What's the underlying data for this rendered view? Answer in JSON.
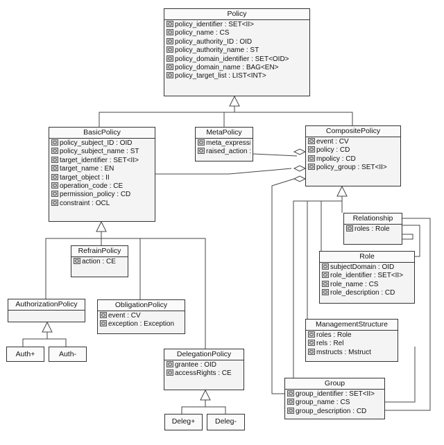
{
  "classes": {
    "policy": {
      "name": "Policy",
      "attrs": [
        "policy_identifier : SET<II>",
        "policy_name : CS",
        "policy_authority_ID : OID",
        "policy_authority_name : ST",
        "policy_domain_identifier : SET<OID>",
        "policy_domain_name : BAG<EN>",
        "policy_target_list : LIST<INT>"
      ]
    },
    "basic_policy": {
      "name": "BasicPolicy",
      "attrs": [
        "policy_subject_ID : OID",
        "policy_subject_name : ST",
        "target_identifier : SET<II>",
        "target_name : EN",
        "target_object : II",
        "operation_code : CE",
        "permission_policy : CD",
        "constraint : OCL"
      ]
    },
    "meta_policy": {
      "name": "MetaPolicy",
      "attrs": [
        "meta_expression",
        "raised_action : CE"
      ]
    },
    "composite_policy": {
      "name": "CompositePolicy",
      "attrs": [
        "event : CV",
        "policy : CD",
        "mpolicy : CD",
        "policy_group : SET<II>"
      ]
    },
    "refrain_policy": {
      "name": "RefrainPolicy",
      "attrs": [
        "action : CE"
      ]
    },
    "relationship": {
      "name": "Relationship",
      "attrs": [
        "roles : Role"
      ]
    },
    "role": {
      "name": "Role",
      "attrs": [
        "subjectDomain : OID",
        "role_identifier : SET<II>",
        "role_name : CS",
        "role_description : CD"
      ]
    },
    "authorization_policy": {
      "name": "AuthorizationPolicy",
      "attrs": []
    },
    "obligation_policy": {
      "name": "ObligationPolicy",
      "attrs": [
        "event : CV",
        "exception : Exception"
      ]
    },
    "management_structure": {
      "name": "ManagementStructure",
      "attrs": [
        "roles : Role",
        "rels : Rel",
        "mstructs : Mstruct"
      ]
    },
    "auth_plus": {
      "name": "Auth+"
    },
    "auth_minus": {
      "name": "Auth-"
    },
    "delegation_policy": {
      "name": "DelegationPolicy",
      "attrs": [
        "grantee : OID",
        "accessRights : CE"
      ]
    },
    "group": {
      "name": "Group",
      "attrs": [
        "group_identifier : SET<II>",
        "group_name : CS",
        "group_description : CD"
      ]
    },
    "deleg_plus": {
      "name": "Deleg+"
    },
    "deleg_minus": {
      "name": "Deleg-"
    }
  }
}
